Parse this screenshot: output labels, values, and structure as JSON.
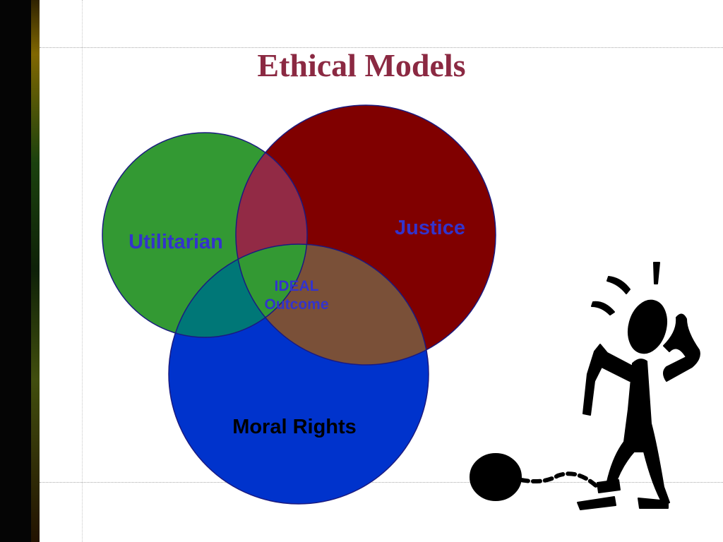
{
  "title": "Ethical Models",
  "circles": {
    "utilitarian": {
      "label": "Utilitarian",
      "fill": "#339933"
    },
    "justice": {
      "label": "Justice",
      "fill": "#800000"
    },
    "moral_rights": {
      "label": "Moral Rights",
      "fill": "#0033cc"
    }
  },
  "center": {
    "line1": "IDEAL",
    "line2": "Outcome"
  },
  "colors": {
    "title": "#8b2942",
    "label_blue": "#3333cc",
    "green_red_overlap": "#922a45",
    "green_blue_overlap": "#007777",
    "red_blue_overlap": "#7a5038",
    "center": "#339933",
    "outline": "#1a1a80"
  }
}
